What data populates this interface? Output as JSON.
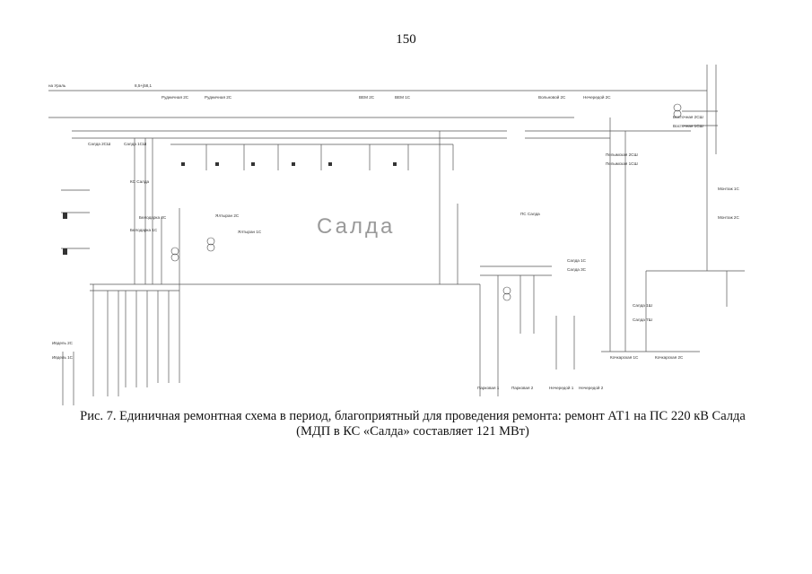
{
  "page": {
    "number": "150"
  },
  "diagram": {
    "watermark": "Салда",
    "top_line_labels": [
      {
        "id": "l1",
        "text": "на Ураль"
      },
      {
        "id": "l2",
        "text": "8,5+j58,1"
      },
      {
        "id": "l3",
        "text": "Рудничная 2С"
      },
      {
        "id": "l4",
        "text": "Рудничная 2С"
      },
      {
        "id": "l5",
        "text": "ВЕМ 2С"
      },
      {
        "id": "l6",
        "text": "ВЕМ 1С"
      },
      {
        "id": "l7",
        "text": "Вольновой 2С"
      },
      {
        "id": "l8",
        "text": "Нечередой 2С"
      }
    ],
    "substation_labels": [
      {
        "id": "s1",
        "text": "Салда 2СШ"
      },
      {
        "id": "s2",
        "text": "Салда 1СШ"
      },
      {
        "id": "s3",
        "text": "КС Салда"
      },
      {
        "id": "s4",
        "text": "ПС Салда"
      },
      {
        "id": "s5",
        "text": "Белодарка 2С"
      },
      {
        "id": "s6",
        "text": "Белодарка 1С"
      },
      {
        "id": "s7",
        "text": "Ялтыран 2С"
      },
      {
        "id": "s8",
        "text": "Ялтыран 1С"
      },
      {
        "id": "s9",
        "text": "Салда 1С"
      },
      {
        "id": "s10",
        "text": "Салда 3С"
      },
      {
        "id": "s11",
        "text": "Пелымская 2СШ"
      },
      {
        "id": "s12",
        "text": "Пелымская 1СШ"
      },
      {
        "id": "s13",
        "text": "Восточная 2СШ"
      },
      {
        "id": "s14",
        "text": "Восточная 1СШ"
      },
      {
        "id": "s15",
        "text": "Монтаж 1С"
      },
      {
        "id": "s16",
        "text": "Монтаж 2С"
      },
      {
        "id": "s17",
        "text": "Салда 7Ш"
      },
      {
        "id": "s18",
        "text": "Салда 1Ш"
      },
      {
        "id": "s19",
        "text": "Кочкарская 1С"
      },
      {
        "id": "s20",
        "text": "Кочкарская 2С"
      },
      {
        "id": "s21",
        "text": "Парковая 1"
      },
      {
        "id": "s22",
        "text": "Парковая 2"
      },
      {
        "id": "s23",
        "text": "Нечередой 1"
      },
      {
        "id": "s24",
        "text": "Нечередой 2"
      },
      {
        "id": "s25",
        "text": "Ивдель 2С"
      },
      {
        "id": "s26",
        "text": "Ивдель 1С"
      }
    ]
  },
  "caption": {
    "line1": "Рис. 7. Единичная ремонтная схема в период, благоприятный для проведения ремонта: ремонт АТ1 на ПС 220 кВ Салда",
    "line2": "(МДП в КС «Салда» составляет 121 МВт)"
  }
}
